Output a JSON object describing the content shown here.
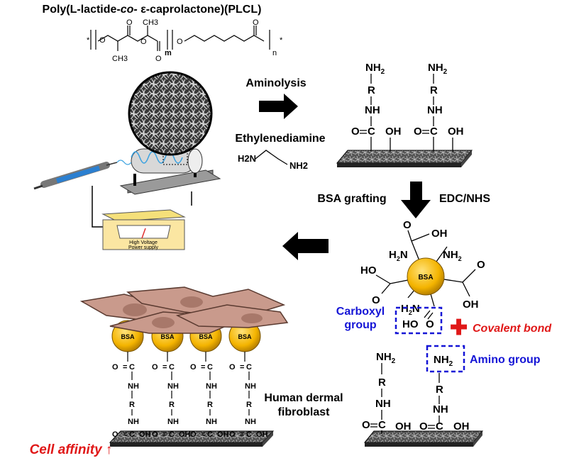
{
  "title": {
    "prefix": "Poly(L-lactide-",
    "italic": "co-",
    "suffix": " ε-caprolactone)(PLCL)",
    "m": "m",
    "n": "n",
    "o": "O",
    "star": "*",
    "ch3": "CH3"
  },
  "step1": {
    "label": "Aminolysis",
    "reagent": "Ethylenediamine",
    "h2n": "H2N",
    "nh2": "NH2"
  },
  "step2": {
    "label": "BSA grafting",
    "reagent": "EDC/NHS"
  },
  "step3": {
    "label_line1": "Human dermal",
    "label_line2": "fibroblast"
  },
  "device": {
    "supply_line1": "High Voltage",
    "supply_line2": "Power supply"
  },
  "bsa_label": "BSA",
  "groups": {
    "carboxyl_line1": "Carboxyl",
    "carboxyl_line2": "group",
    "amino": "Amino group",
    "covalent": "Covalent bond",
    "plus": "✚"
  },
  "chem": {
    "nh2": "NH",
    "sub2": "2",
    "r": "R",
    "nh": "NH",
    "o": "O",
    "c": "C",
    "oh": "OH",
    "ho": "HO",
    "h2n": "H",
    "n": "N"
  },
  "outcome": "Cell affinity ↑",
  "colors": {
    "blue": "#1515d6",
    "red": "#e01818",
    "bsa": "#f4b400",
    "cell": "#c99a8c",
    "nucleus": "#a8786a"
  }
}
